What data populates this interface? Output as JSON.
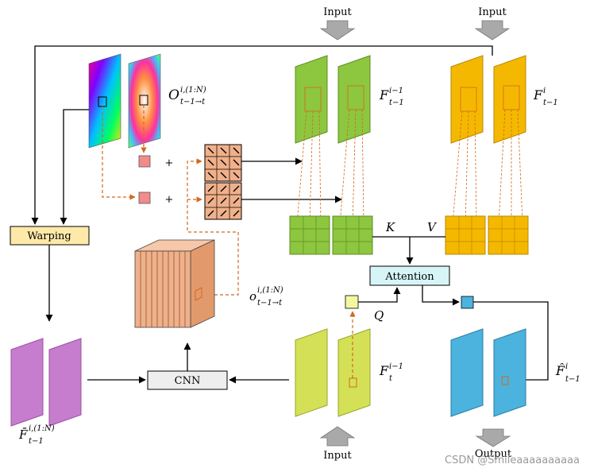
{
  "labels": {
    "input_top_left": "Input",
    "input_top_right": "Input",
    "input_bottom": "Input",
    "output": "Output",
    "warping": "Warping",
    "attention": "Attention",
    "cnn": "CNN",
    "plus_1": "+",
    "plus_2": "+",
    "k": "K",
    "v": "V",
    "q": "Q"
  },
  "math": {
    "o_main": "O",
    "o_main_sup": "i,(1:N)",
    "o_main_sub": "t−1→t",
    "f_prev_green": "F",
    "f_prev_green_sup": "i−1",
    "f_prev_green_sub": "t−1",
    "f_prev_yellow": "F",
    "f_prev_yellow_sup": "i",
    "f_prev_yellow_sub": "t−1",
    "o_small": "o",
    "o_small_sup": "i,(1:N)",
    "o_small_sub": "t−1→t",
    "f_bar": "F̄",
    "f_bar_sup": "i,(1:N)",
    "f_bar_sub": "t−1",
    "f_t": "F",
    "f_t_sup": "i−1",
    "f_t_sub": "t",
    "f_hat": "F̂",
    "f_hat_sup": "i",
    "f_hat_sub": "t−1"
  },
  "watermark": "CSDN @Smileaaaaaaaaaa",
  "colors": {
    "green": "#8dc63f",
    "green_dark": "#5e8c22",
    "yellow": "#f5b800",
    "yellow_dark": "#b78a00",
    "purple": "#c77dce",
    "purple_dark": "#9a4fa3",
    "lime": "#d4e157",
    "lime_dark": "#9aa52b",
    "blue": "#4bb3de",
    "blue_dark": "#2a7ea3",
    "attention": "#d6f5f7",
    "warping": "#ffe9a8",
    "cnn": "#eeeeee",
    "cnn_block": "#f0b08a",
    "pink_sq": "#f28b8b",
    "query_sq": "#f3f7a0",
    "out_sq": "#4bb3de",
    "dashed": "#d2691e",
    "gray_arrow": "#a9a9a9"
  }
}
